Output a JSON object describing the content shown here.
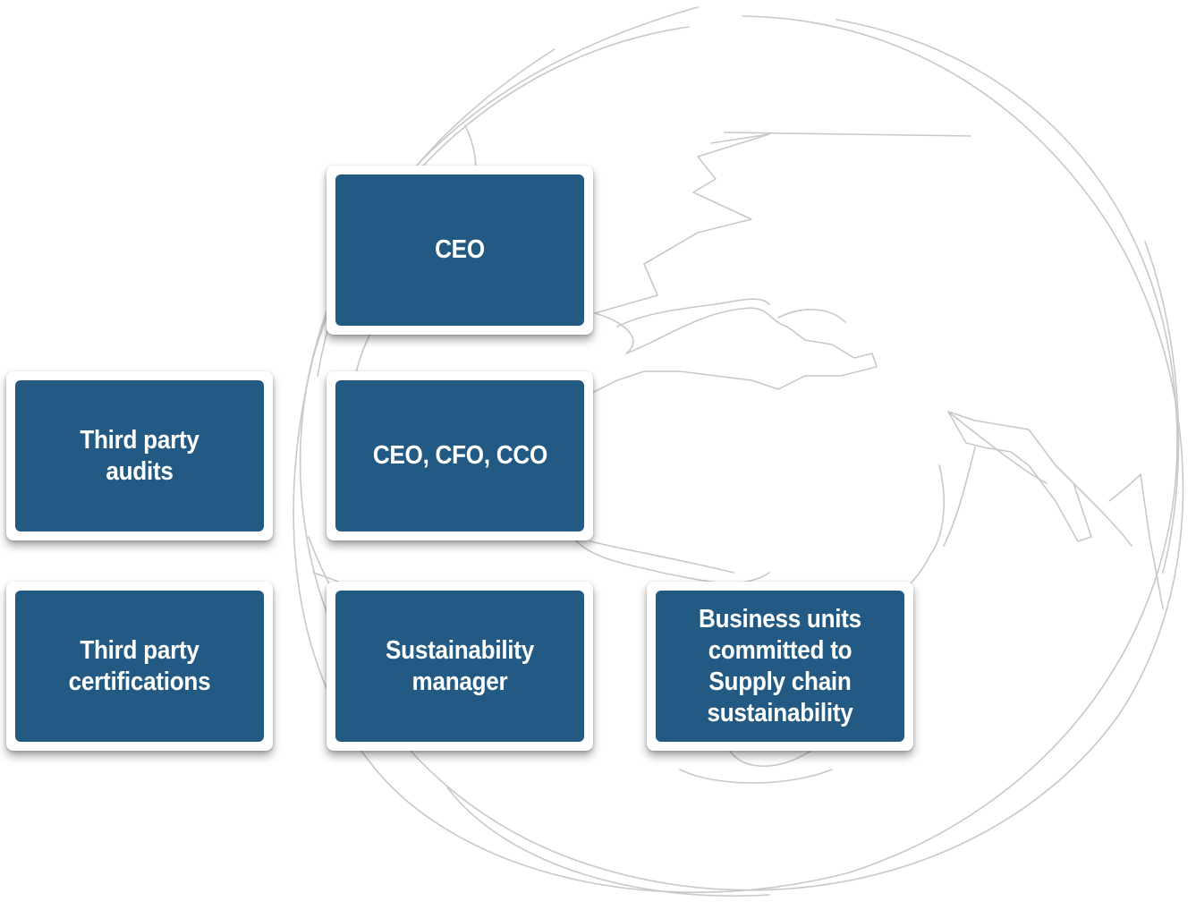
{
  "diagram": {
    "boxes": {
      "ceo": "CEO",
      "exec": "CEO, CFO, CCO",
      "audits": "Third party audits",
      "certifications": "Third party certifications",
      "sustainability": "Sustainability manager",
      "business_units": "Business units committed to Supply chain sustainability"
    }
  },
  "colors": {
    "box_fill": "#235a83",
    "box_border": "#ffffff",
    "box_text": "#ffffff",
    "globe_sketch": "#c8c8c8"
  },
  "background_icon": "globe-sketch-icon"
}
